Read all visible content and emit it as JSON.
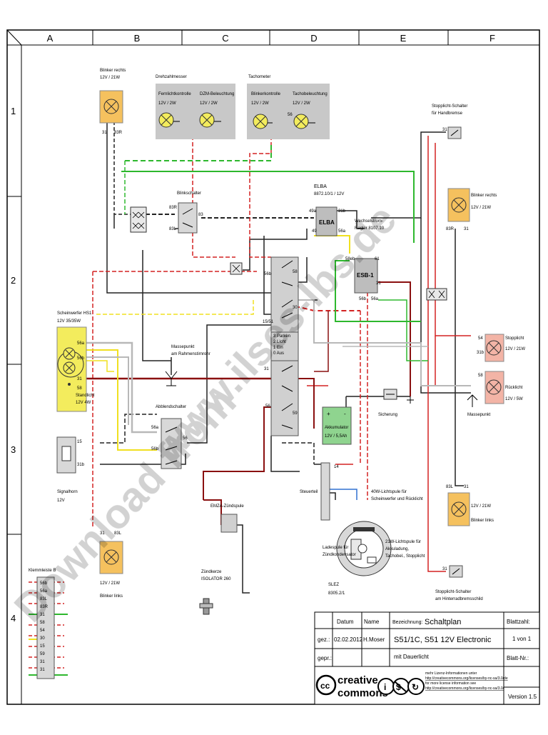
{
  "grid": {
    "columns": [
      "A",
      "B",
      "C",
      "D",
      "E",
      "F"
    ],
    "rows": [
      "1",
      "2",
      "3",
      "4"
    ]
  },
  "components": {
    "blinker_rechts_top": {
      "title": "Blinker rechts",
      "rating": "12V / 21W",
      "pin_a": "31",
      "pin_b": "83R"
    },
    "drehzahlmesser": {
      "title": "Drehzahlmesser",
      "lamp1": "Fernlichtkontrolle",
      "lamp1_rating": "12V / 2W",
      "lamp2": "DZM-Beleuchtung",
      "lamp2_rating": "12V / 2W"
    },
    "tachometer": {
      "title": "Tachometer",
      "lamp1": "Blinkerkontrolle",
      "lamp1_rating": "12V / 2W",
      "lamp2": "Tachobeleuchtung",
      "lamp2_rating": "12V / 2W",
      "pin": "56"
    },
    "stopplicht_schalter_top": {
      "title": "Stopplicht-Schalter",
      "subtitle": "für Handbremse",
      "pin": "31"
    },
    "blinkschalter": {
      "title": "Blinkschalter",
      "pin_r": "83R",
      "pin_l": "83L",
      "pin_out": "83"
    },
    "elba": {
      "title": "ELBA",
      "subtitle": "8872.10/1 / 12V",
      "label": "ELBA",
      "pin_49a": "49a",
      "pin_49": "49",
      "pin_31b": "31b",
      "pin_56a": "56a"
    },
    "regler": {
      "title": "Wechselstrom-",
      "subtitle": "Regler 8107.10",
      "label": "ESB-1",
      "pin_58eb": "58eb",
      "pin_61": "61",
      "pin_31": "31",
      "pin_56b": "56b",
      "pin_56a": "56a"
    },
    "blinker_rechts_right": {
      "title": "Blinker rechts",
      "rating": "12V / 21W",
      "pin_a": "83R",
      "pin_b": "31"
    },
    "scheinwerfer": {
      "title": "Scheinwerfer HS1",
      "rating": "12V 35/35W",
      "pin_56a": "56a",
      "pin_56b": "56b",
      "pin_31": "31",
      "pin_58": "58",
      "stand": "Standlicht",
      "stand_rating": "12V 4W"
    },
    "massepunkt_rahmen": {
      "title": "Massepunkt",
      "subtitle": "am Rahmenstirnrohr"
    },
    "zuendschloss": {
      "pin_56b": "56b",
      "pin_58": "58",
      "pin_15_51": "15/51",
      "pin_30": "30",
      "pin_31": "31",
      "pin_56": "56",
      "pin_59": "59",
      "pos3": "3 Parken",
      "pos2": "2 Licht",
      "pos1": "1 Ein",
      "pos0": "0 Aus"
    },
    "stopplicht_right": {
      "title": "Stopplicht",
      "rating": "12V / 21W",
      "pin_54": "54",
      "pin_31b": "31b"
    },
    "ruecklicht": {
      "title": "Rücklicht",
      "rating": "12V / 5W",
      "pin_58": "58"
    },
    "massepunkt_right": {
      "title": "Massepunkt"
    },
    "sicherung": {
      "title": "Sicherung"
    },
    "akkumulator": {
      "title": "Akkumulator",
      "rating": "12V / 5,5Ah",
      "plus": "+",
      "minus": "-"
    },
    "abblendschalter": {
      "title": "Abblendschalter",
      "pin_56a": "56a",
      "pin_56b": "56b",
      "pin_56": "56"
    },
    "signalhorn": {
      "title": "Signalhorn",
      "rating": "12V",
      "pin_15": "15",
      "pin_31b": "31b"
    },
    "steuerteil": {
      "title": "Steuerteil",
      "pin_14": "14"
    },
    "lichtspule": {
      "title": "40W-Lichtspule für",
      "subtitle": "Scheinwerfer und Rücklicht"
    },
    "emza": {
      "title": "EMZA-Zündspule"
    },
    "blinker_links_right": {
      "title": "Blinker links",
      "rating": "12V / 21W",
      "pin_a": "83L",
      "pin_b": "31"
    },
    "ladespule": {
      "title": "Ladespule für",
      "subtitle": "Zündkondensator"
    },
    "lichtspule21": {
      "line1": "21W-Lichtspule für",
      "line2": "Akkuladung,",
      "line3": "Tachobel., Stopplicht"
    },
    "slez": {
      "title": "SLEZ",
      "subtitle": "8305.2/1"
    },
    "zuendkerze": {
      "title": "Zündkerze",
      "subtitle": "ISOLATOR 260"
    },
    "stopplicht_schalter_bottom": {
      "title": "Stopplicht-Schalter",
      "subtitle": "am Hinterradbremsschild",
      "pin": "31"
    },
    "blinker_links_bottom": {
      "title": "Blinker links",
      "rating": "12V / 21W",
      "pin_a": "31",
      "pin_b": "83L"
    },
    "klemmleiste": {
      "title": "Klemmleiste B",
      "labels": [
        "56b",
        "56a",
        "83L",
        "83R",
        "31",
        "58",
        "54",
        "30",
        "15",
        "59",
        "31",
        "31"
      ]
    }
  },
  "watermark": {
    "line1": "www.ilses-lbs.de",
    "line2": "Download from"
  },
  "titleblock": {
    "datum_label": "Datum",
    "name_label": "Name",
    "bezeichnung_label": "Bezeichnung:",
    "title": "Schaltplan",
    "blattzahl_label": "Blattzahl:",
    "gez_label": "gez.:",
    "gez_date": "02.02.2012",
    "gez_name": "H.Moser",
    "model": "S51/1C, S51 12V Electronic",
    "blatt_count": "1 von 1",
    "subtitle": "mit Dauerlicht",
    "gepr_label": "gepr.:",
    "blatt_nr_label": "Blatt-Nr.:",
    "cc_line1": "creative",
    "cc_line2": "commons",
    "license1": "mehr Lizenz-Informationen unter",
    "license2": "http://creativecommons.org/licenses/by-nc-sa/3.0/de",
    "license3": "for more license information see",
    "license4": "http://creativecommons.org/licenses/by-nc-sa/3.0/",
    "version": "Version 1.5"
  },
  "colors": {
    "lamp_orange": "#f5c15e",
    "lamp_pink": "#f3b4a6",
    "lamp_yellow": "#f3ec5d",
    "gray_box": "#c8c8c8",
    "wire_red": "#d42222",
    "wire_darkred": "#8a1010",
    "wire_green": "#2eb82e",
    "wire_yellow": "#f0e020",
    "wire_blue": "#3070d0",
    "wire_gray": "#b8b8b8",
    "akku_green": "#8fd48f"
  }
}
